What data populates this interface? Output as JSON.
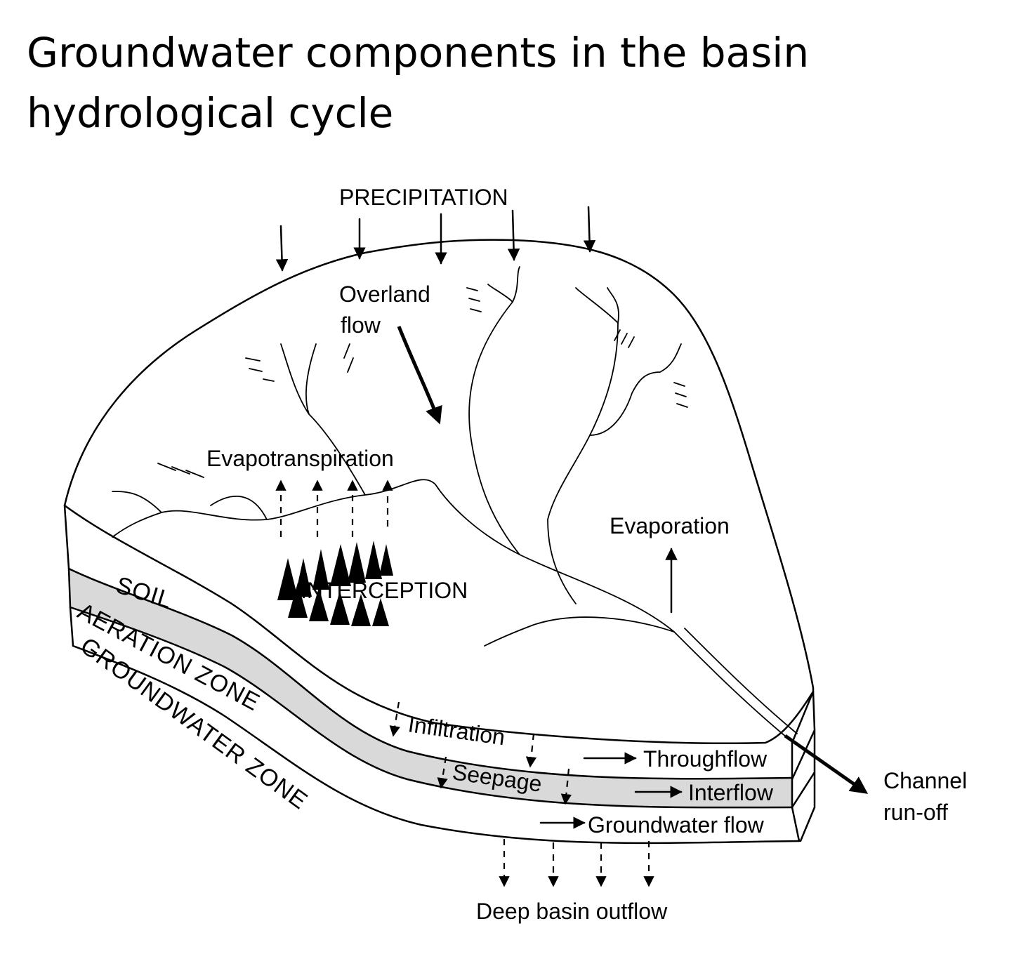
{
  "title": "Groundwater components in the basin hydrological cycle",
  "labels": {
    "precipitation": "PRECIPITATION",
    "overland_line1": "Overland",
    "overland_line2": "flow",
    "evapotranspiration": "Evapotranspiration",
    "evaporation": "Evaporation",
    "interception": "INTERCEPTION",
    "soil": "SOIL",
    "aeration_zone": "AERATION ZONE",
    "groundwater_zone": "GROUNDWATER ZONE",
    "infiltration": "Infiltration",
    "seepage": "Seepage",
    "throughflow": "Throughflow",
    "interflow": "Interflow",
    "groundwater_flow": "Groundwater flow",
    "channel_line1": "Channel",
    "channel_line2": "run-off",
    "deep_outflow": "Deep basin outflow"
  }
}
